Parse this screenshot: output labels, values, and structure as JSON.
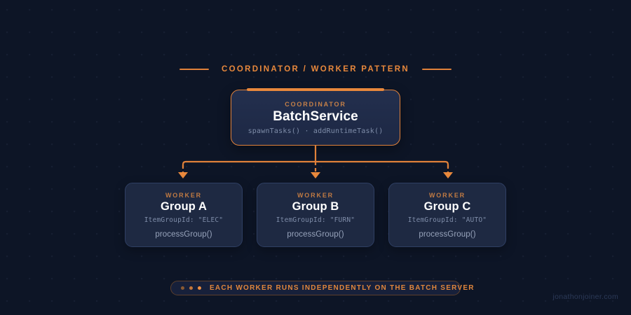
{
  "header": {
    "title": "COORDINATOR / WORKER PATTERN",
    "rule_left": "rule",
    "rule_right": "rule"
  },
  "coordinator": {
    "kicker": "COORDINATOR",
    "title": "BatchService",
    "methods": "spawnTasks() · addRuntimeTask()"
  },
  "workers": [
    {
      "kicker": "WORKER",
      "title": "Group A",
      "item_group_id": "ItemGroupId: \"ELEC\"",
      "method": "processGroup()"
    },
    {
      "kicker": "WORKER",
      "title": "Group B",
      "item_group_id": "ItemGroupId: \"FURN\"",
      "method": "processGroup()"
    },
    {
      "kicker": "WORKER",
      "title": "Group C",
      "item_group_id": "ItemGroupId: \"AUTO\"",
      "method": "processGroup()"
    }
  ],
  "footer": {
    "caption": "EACH WORKER RUNS INDEPENDENTLY ON THE BATCH SERVER",
    "dots": 3
  },
  "watermark": "jonathonjoiner.com",
  "colors": {
    "background": "#0d1526",
    "accent_orange": "#e8883c",
    "node_fill": "#1e2942",
    "coordinator_fill": "#212d4c",
    "node_border": "#2f3f63",
    "text_primary": "#ffffff",
    "text_muted": "#7e8ca8"
  }
}
